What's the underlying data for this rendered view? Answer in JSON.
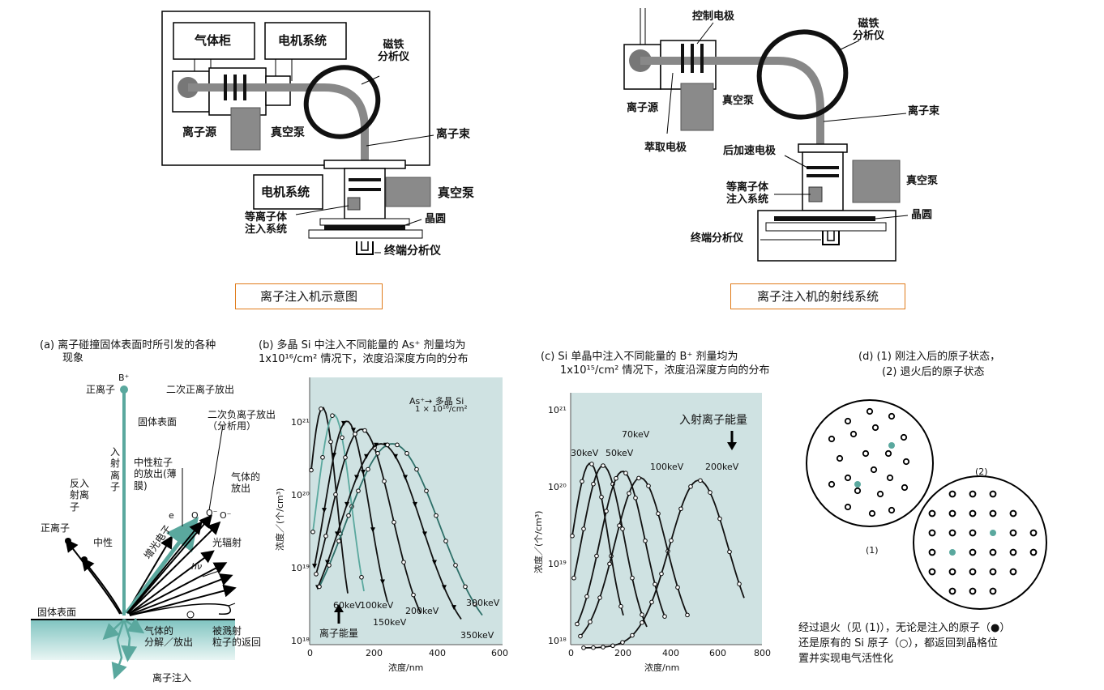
{
  "top_left": {
    "labels": {
      "gas_cabinet": "气体柜",
      "motor_system_top": "电机系统",
      "magnet_analyzer": "磁铁\n分析仪",
      "ion_source": "离子源",
      "vacuum_pump_left": "真空泵",
      "ion_beam": "离子束",
      "motor_system_bottom": "电机系统",
      "vacuum_pump_right": "真空泵",
      "plasma_system": "等离子体\n注入系统",
      "wafer": "晶圆",
      "end_analyzer": "终端分析仪"
    },
    "caption": "离子注入机示意图"
  },
  "top_right": {
    "labels": {
      "control_electrode": "控制电极",
      "magnet_analyzer": "磁铁\n分析仪",
      "ion_source": "离子源",
      "vacuum_pump_top": "真空泵",
      "ion_beam": "离子束",
      "extraction_electrode": "萃取电极",
      "post_accel_electrode": "后加速电极",
      "vacuum_pump_right": "真空泵",
      "plasma_system": "等离子体\n注入系统",
      "wafer": "晶圆",
      "end_analyzer": "终端分析仪"
    },
    "caption": "离子注入机的射线系统"
  },
  "panel_a": {
    "title_line1": "(a) 离子碰撞固体表面时所引发的各种",
    "title_line2": "现象",
    "labels": {
      "b_plus": "B⁺",
      "positive_ion_top": "正离子",
      "solid_surface_top": "固体表面",
      "secondary_positive": "二次正离子放出",
      "secondary_negative": "二次负离子放出\n（分析用）",
      "incident_ion": "入\n射\n离\n子",
      "neutral_emission": "中性粒子\n的放出(薄\n膜)",
      "gas_emission": "气体的\n放出",
      "reflected_ion": "反入\n射离\n子",
      "positive_ion_left": "正离子",
      "neutral": "中性",
      "e": "e",
      "o": "O",
      "o_minus": "O⁻",
      "o_minus2": "O⁻",
      "auger_electron": "增光电子",
      "photo_radiation": "光辐射",
      "hv": "hν",
      "solid_surface_bottom": "固体表面",
      "gas_decomp": "气体的\n分解／放出",
      "sputtered_return": "被溅射\n粒子的返回",
      "ion_implant": "离子注入"
    }
  },
  "panel_b": {
    "title_line1": "(b) 多晶 Si 中注入不同能量的 As⁺ 剂量均为",
    "title_line2": "1x10¹⁶/cm² 情况下，浓度沿深度方向的分布",
    "inset_line1": "As⁺→ 多晶 Si",
    "inset_line2": "1 × 10¹⁶/cm²",
    "energy_label": "离子能量",
    "ylabel": "浓度／(个/cm³)",
    "xlabel": "浓度/nm",
    "xticks": [
      "0",
      "200",
      "400",
      "600"
    ],
    "yticks": [
      "10²¹",
      "10²⁰",
      "10¹⁹",
      "10¹⁸"
    ],
    "curve_labels": [
      "60keV",
      "100keV",
      "150keV",
      "200keV",
      "300keV",
      "350keV"
    ]
  },
  "panel_c": {
    "title_line1": "(c) Si 单晶中注入不同能量的 B⁺ 剂量均为",
    "title_line2": "1x10¹⁵/cm² 情况下，浓度沿深度方向的分布",
    "energy_label": "入射离子能量",
    "ylabel": "浓度／(个/cm³)",
    "xlabel": "浓度/nm",
    "xticks": [
      "0",
      "200",
      "400",
      "600",
      "800"
    ],
    "yticks": [
      "10²¹",
      "10²⁰",
      "10¹⁹",
      "10¹⁸"
    ],
    "curve_labels": [
      "30keV",
      "50keV",
      "70keV",
      "100keV",
      "200keV"
    ]
  },
  "panel_d": {
    "title_line1": "(d) (1) 刚注入后的原子状态，",
    "title_line2": "(2) 退火后的原子状态",
    "label_1": "(1)",
    "label_2": "(2)",
    "note_line1": "经过退火（见 (1)），无论是注入的原子（●）",
    "note_line2": "还是原有的 Si 原子（○），都返回到晶格位",
    "note_line3": "置并实现电气活性化"
  },
  "colors": {
    "accent_teal": "#5aa89e",
    "chart_bg": "#cfe2e2",
    "caption_border": "#e07b1a",
    "gray_fill": "#8a8a8a"
  }
}
